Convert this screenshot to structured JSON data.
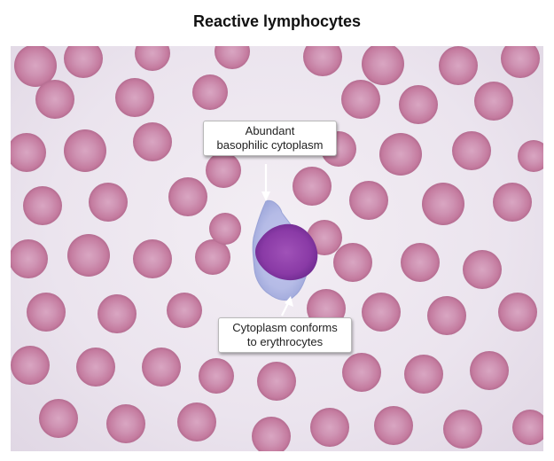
{
  "title": "Reactive lymphocytes",
  "callouts": [
    {
      "lines": [
        "Abundant",
        "basophilic cytoplasm"
      ]
    },
    {
      "lines": [
        "Cytoplasm conforms",
        "to erythrocytes"
      ]
    }
  ],
  "colors": {
    "background": "#ebe4ee",
    "erythrocyte": "#c87fa0",
    "cytoplasm": "#aab4e0",
    "nucleus": "#8a3aa6"
  }
}
